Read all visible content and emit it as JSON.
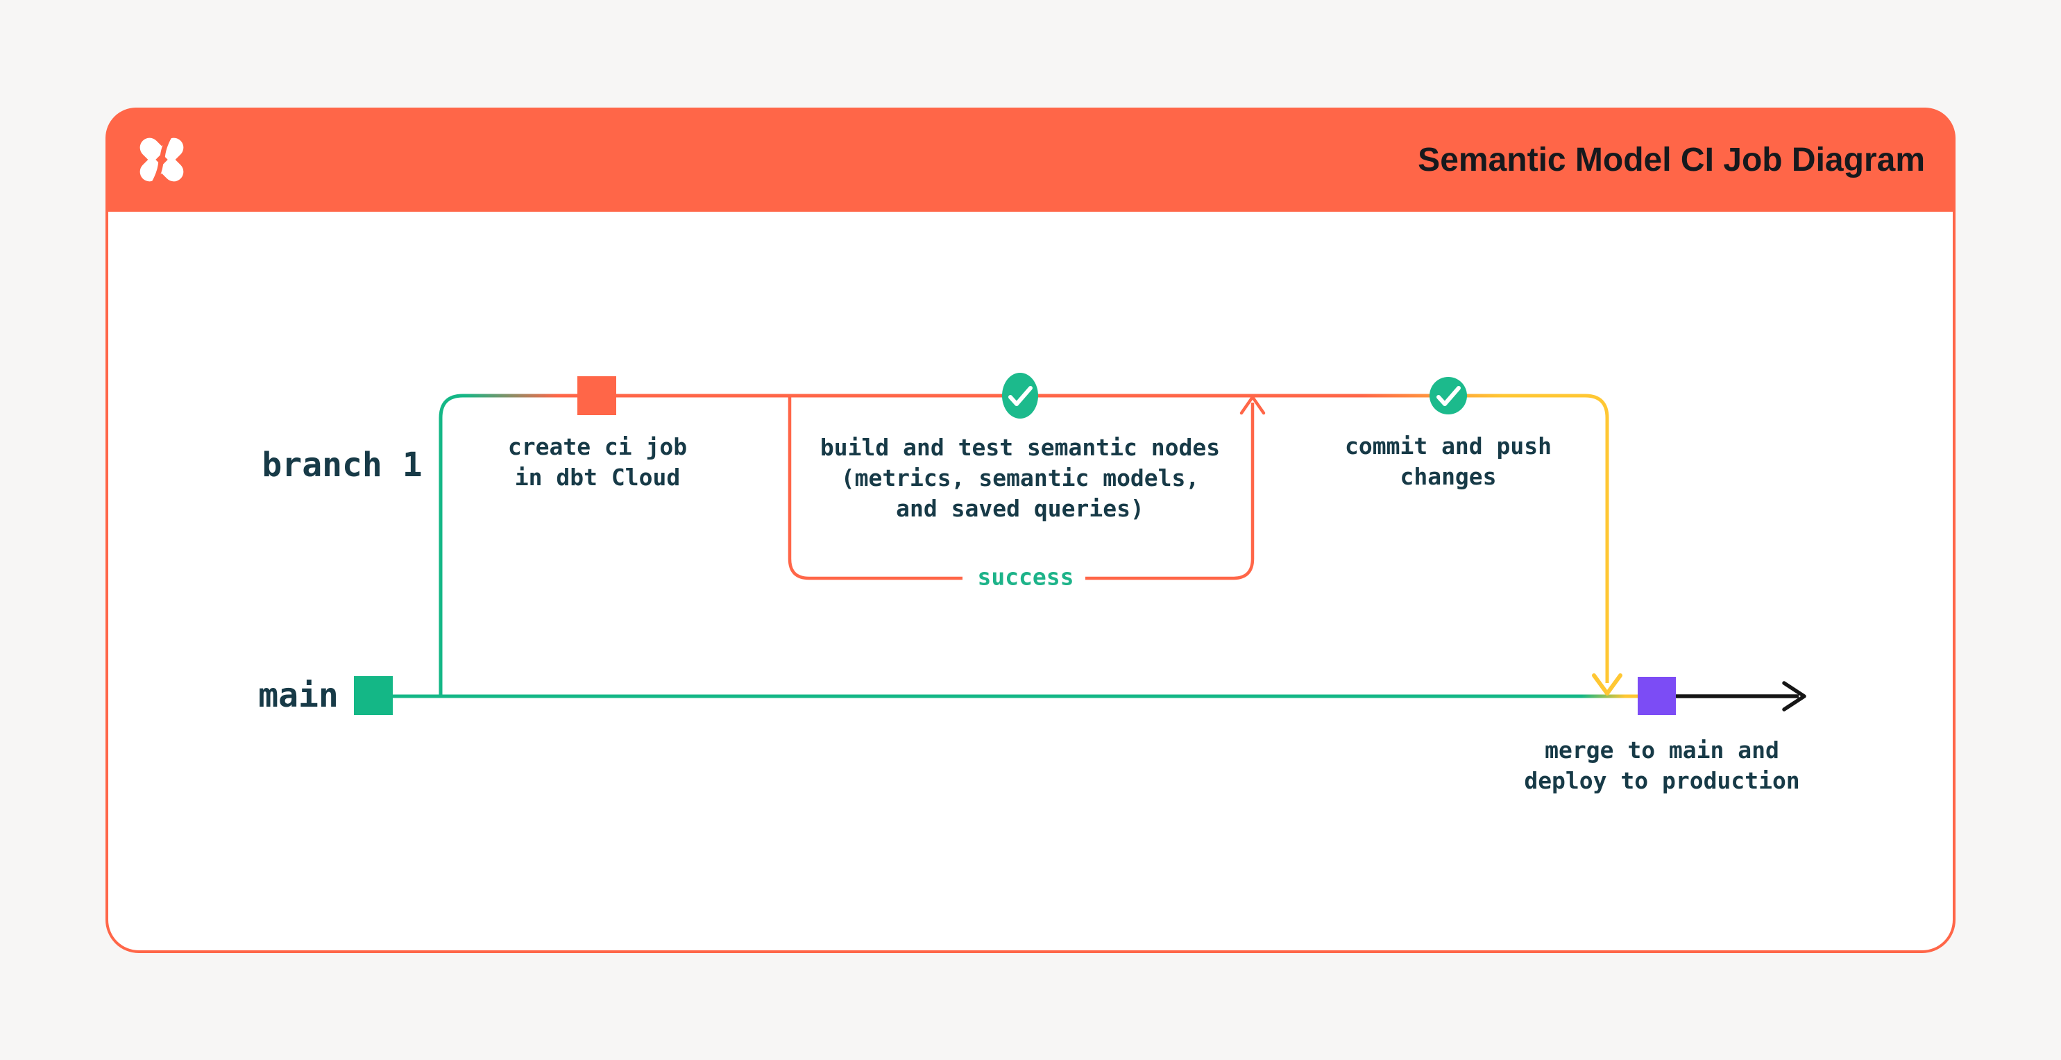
{
  "header": {
    "title": "Semantic Model CI Job Diagram",
    "logo": "dbt-logo",
    "bar_color": "#FF6648",
    "title_color": "#16191D"
  },
  "card": {
    "background_color": "#FFFFFF",
    "border_color": "#FF6648"
  },
  "diagram": {
    "branch_label": "branch 1",
    "main_label": "main",
    "nodes": [
      {
        "id": "create-ci-job",
        "marker": "orange-commit-square",
        "lines": [
          "create ci job",
          "in dbt Cloud"
        ]
      },
      {
        "id": "build-test-semantic-nodes",
        "marker": "green-check-circle",
        "lines": [
          "build and test semantic nodes",
          "(metrics, semantic models,",
          "and saved queries)"
        ]
      },
      {
        "id": "commit-push",
        "marker": "green-check-circle",
        "lines": [
          "commit and push",
          "changes"
        ]
      },
      {
        "id": "merge-deploy",
        "marker": "purple-commit-square",
        "lines": [
          "merge to main and",
          "deploy to production"
        ]
      }
    ],
    "loop_label": "success",
    "colors": {
      "orange": "#FF6648",
      "green": "#14B786",
      "check_green": "#1CBA8C",
      "yellow": "#FFC733",
      "purple": "#7C4CF5",
      "text_dark": "#173A47",
      "success_green": "#1DB389",
      "arrow_black": "#161616"
    }
  }
}
